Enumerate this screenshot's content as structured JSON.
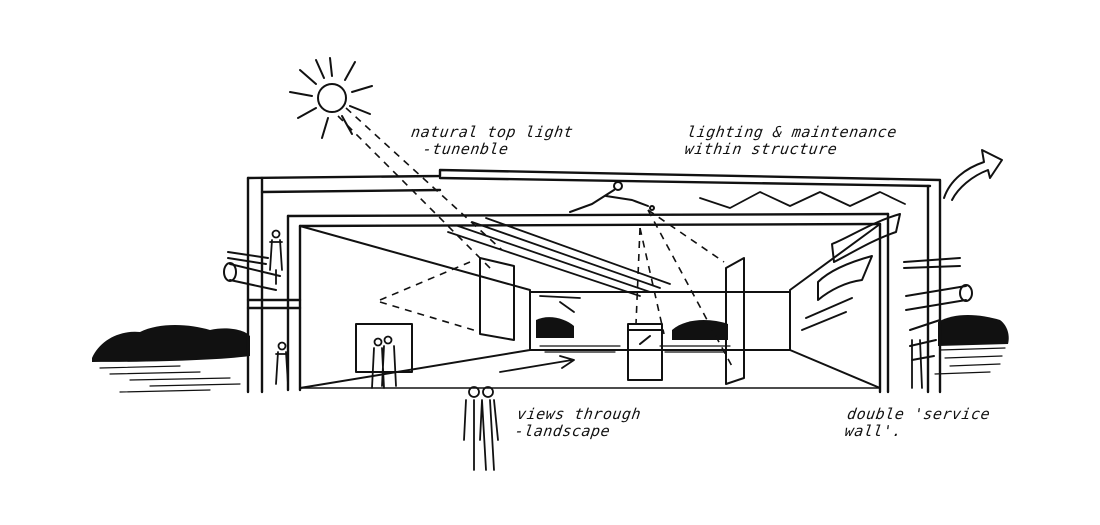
{
  "annotations": {
    "top_light": {
      "line1": "natural top light",
      "line2": "-tunenble"
    },
    "maintenance": {
      "line1": "lighting & maintenance",
      "line2": "within structure"
    },
    "views": {
      "line1": "views through",
      "line2": "-landscape"
    },
    "service_wall": {
      "line1": "double 'service",
      "line2": "wall'."
    }
  },
  "colors": {
    "ink": "#111111",
    "paper": "#ffffff"
  }
}
